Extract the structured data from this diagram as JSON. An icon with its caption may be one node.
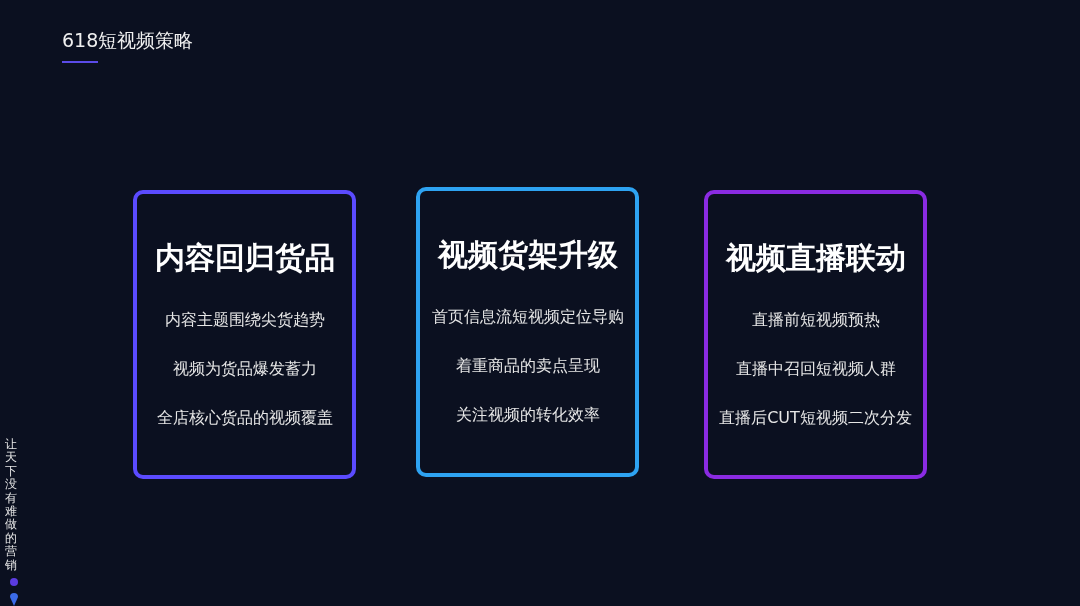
{
  "diagram": {
    "title": "618短视频策略",
    "nodes": [
      {
        "text": [
          "内容回归货品",
          "内容主题围绕尖货趋势",
          "视频为货品爆发蓄力",
          "全店核心货品的视频覆盖"
        ]
      },
      {
        "text": [
          "视频货架升级",
          "首页信息流短视频定位导购",
          "着重商品的卖点呈现",
          "关注视频的转化效率"
        ]
      },
      {
        "text": [
          "视频直播联动",
          "直播前短视频预热",
          "直播中召回短视频人群",
          "直播后CUT短视频二次分发"
        ]
      }
    ],
    "labels": [
      "让天下没有难做的营销"
    ]
  }
}
